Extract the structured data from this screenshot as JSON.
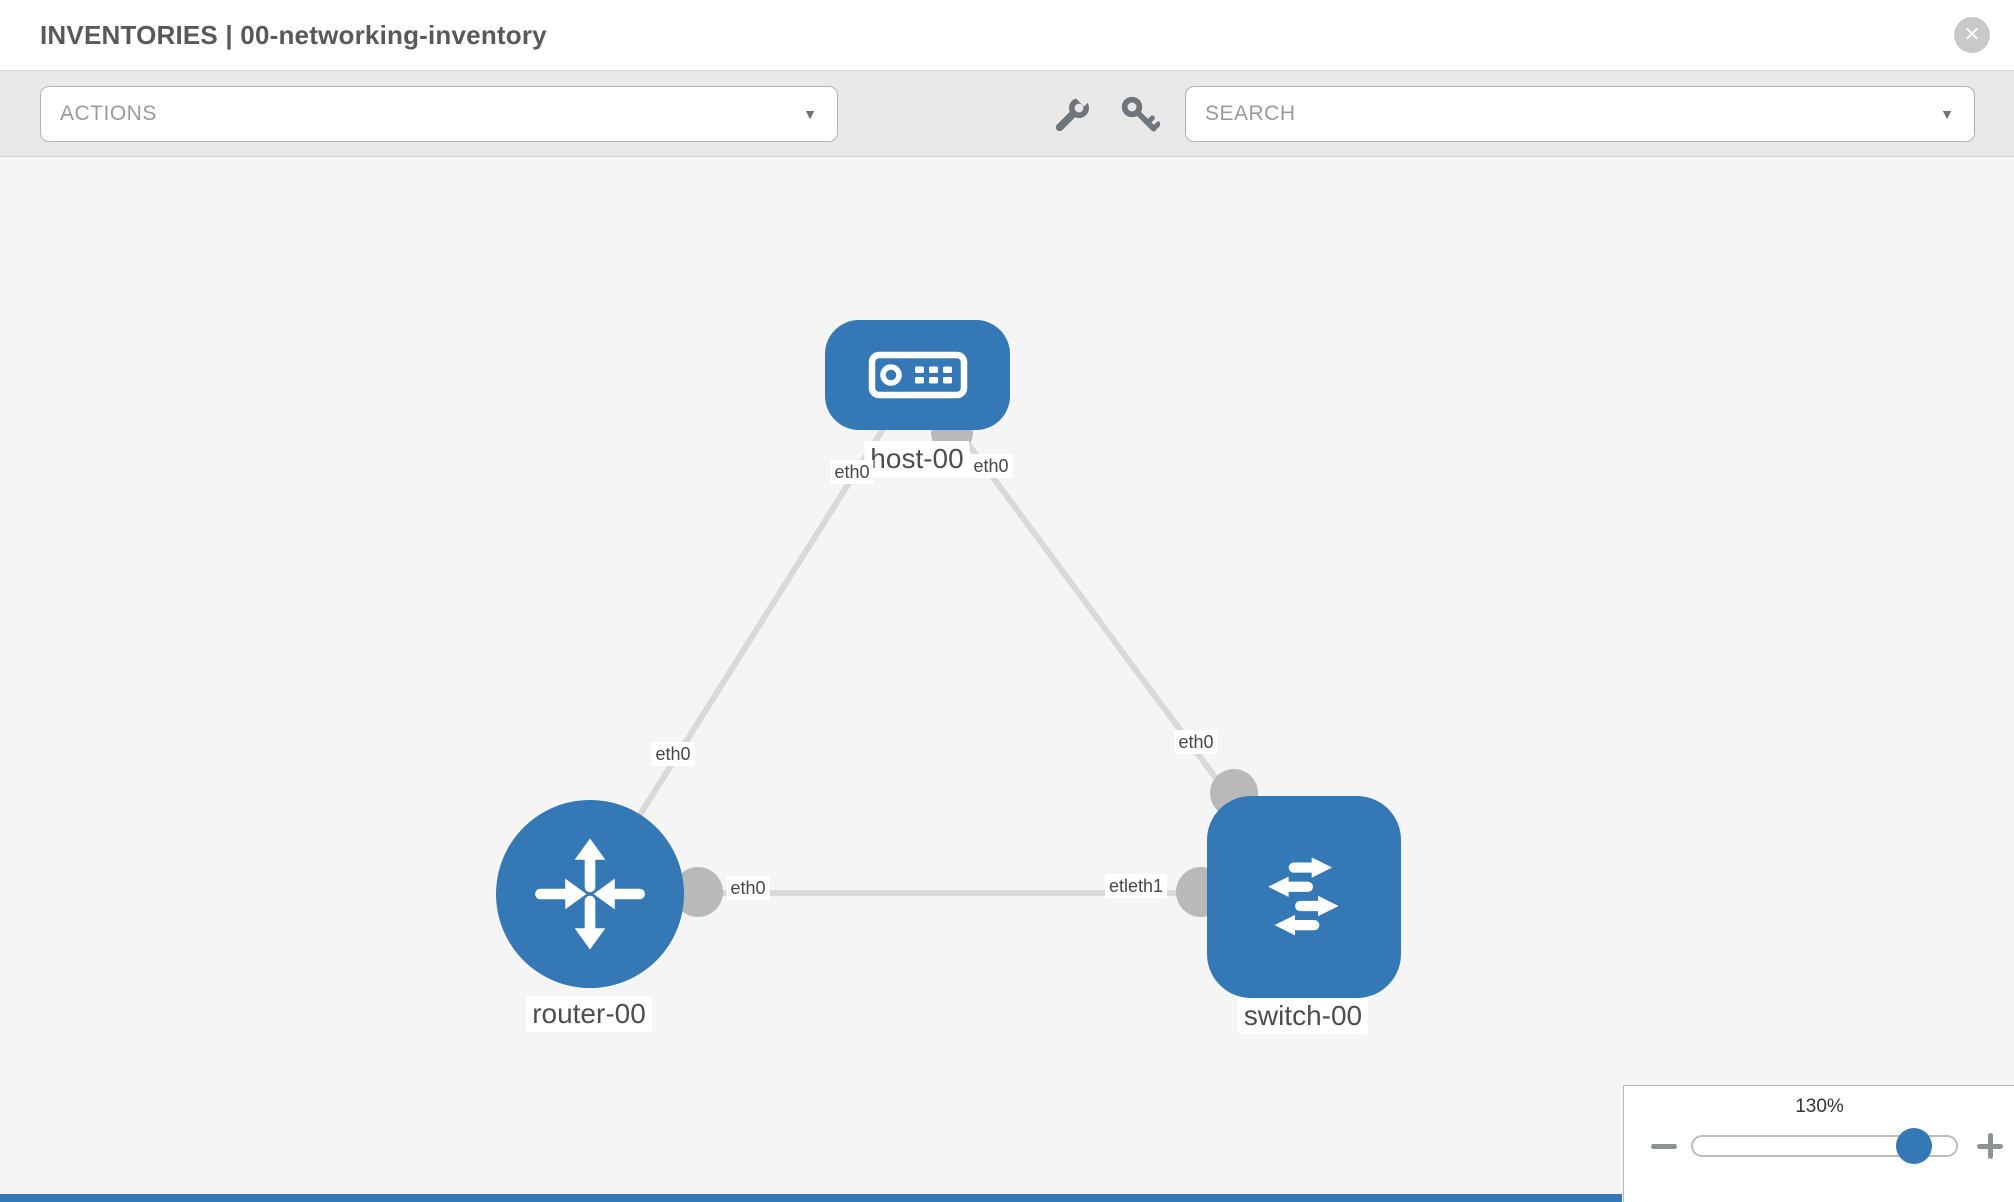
{
  "header": {
    "title": "INVENTORIES | 00-networking-inventory",
    "close_glyph": "✕"
  },
  "toolbar": {
    "actions_placeholder": "ACTIONS",
    "search_placeholder": "SEARCH",
    "caret_glyph": "▼",
    "icons": [
      "wrench-icon",
      "key-icon"
    ]
  },
  "diagram": {
    "nodes": [
      {
        "id": "host-00",
        "label": "host-00",
        "type": "host",
        "icon": "server-icon"
      },
      {
        "id": "router-00",
        "label": "router-00",
        "type": "router",
        "icon": "router-arrows-icon"
      },
      {
        "id": "switch-00",
        "label": "switch-00",
        "type": "switch",
        "icon": "switch-arrows-icon"
      }
    ],
    "edges": [
      {
        "from": "host-00",
        "to": "router-00",
        "labels": [
          "eth0",
          "eth0"
        ]
      },
      {
        "from": "host-00",
        "to": "switch-00",
        "labels": [
          "eth0",
          "eth0"
        ]
      },
      {
        "from": "router-00",
        "to": "switch-00",
        "labels": [
          "eth0",
          "etleth1"
        ]
      }
    ],
    "iface_labels": [
      "eth0",
      "eth0",
      "eth0",
      "eth0",
      "eth0",
      "etleth1"
    ]
  },
  "zoom_control": {
    "level": "130%",
    "minus_icon": "minus-icon",
    "plus_icon": "plus-icon"
  },
  "colors": {
    "node_blue": "#3478b6",
    "edge_gray": "#d9d9d9",
    "dot_gray": "#b9b9b9",
    "canvas_bg": "#f5f5f5",
    "toolbar_bg": "#e9e9e9"
  }
}
